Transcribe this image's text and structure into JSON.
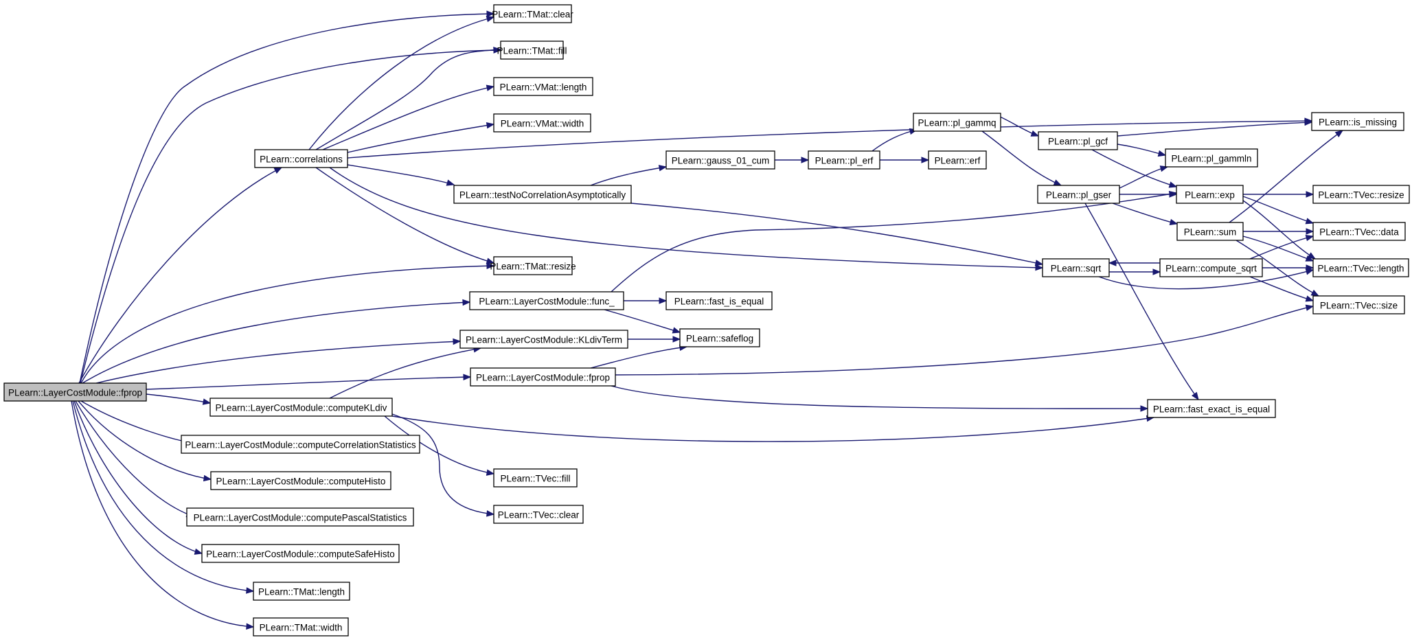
{
  "graph": {
    "root_node": "fprop",
    "nodes": [
      {
        "id": "fprop",
        "label": "PLearn::LayerCostModule::fprop"
      },
      {
        "id": "correlations",
        "label": "PLearn::correlations"
      },
      {
        "id": "tmat_clear",
        "label": "PLearn::TMat::clear"
      },
      {
        "id": "tmat_fill",
        "label": "PLearn::TMat::fill"
      },
      {
        "id": "vmat_length",
        "label": "PLearn::VMat::length"
      },
      {
        "id": "vmat_width",
        "label": "PLearn::VMat::width"
      },
      {
        "id": "testNoCorr",
        "label": "PLearn::testNoCorrelationAsymptotically"
      },
      {
        "id": "tmat_resize",
        "label": "PLearn::TMat::resize"
      },
      {
        "id": "func_",
        "label": "PLearn::LayerCostModule::func_"
      },
      {
        "id": "kldivterm",
        "label": "PLearn::LayerCostModule::KLdivTerm"
      },
      {
        "id": "fprop2",
        "label": "PLearn::LayerCostModule::fprop"
      },
      {
        "id": "computeKLdiv",
        "label": "PLearn::LayerCostModule::computeKLdiv"
      },
      {
        "id": "computeCorrStats",
        "label": "PLearn::LayerCostModule::computeCorrelationStatistics"
      },
      {
        "id": "computeHisto",
        "label": "PLearn::LayerCostModule::computeHisto"
      },
      {
        "id": "computePascal",
        "label": "PLearn::LayerCostModule::computePascalStatistics"
      },
      {
        "id": "computeSafeHisto",
        "label": "PLearn::LayerCostModule::computeSafeHisto"
      },
      {
        "id": "tmat_length",
        "label": "PLearn::TMat::length"
      },
      {
        "id": "tmat_width",
        "label": "PLearn::TMat::width"
      },
      {
        "id": "gauss",
        "label": "PLearn::gauss_01_cum"
      },
      {
        "id": "pl_erf",
        "label": "PLearn::pl_erf"
      },
      {
        "id": "erf",
        "label": "PLearn::erf"
      },
      {
        "id": "pl_gammq",
        "label": "PLearn::pl_gammq"
      },
      {
        "id": "pl_gcf",
        "label": "PLearn::pl_gcf"
      },
      {
        "id": "pl_gser",
        "label": "PLearn::pl_gser"
      },
      {
        "id": "pl_gammln",
        "label": "PLearn::pl_gammln"
      },
      {
        "id": "exp",
        "label": "PLearn::exp"
      },
      {
        "id": "sum",
        "label": "PLearn::sum"
      },
      {
        "id": "sqrt",
        "label": "PLearn::sqrt"
      },
      {
        "id": "compute_sqrt",
        "label": "PLearn::compute_sqrt"
      },
      {
        "id": "fast_is_equal",
        "label": "PLearn::fast_is_equal"
      },
      {
        "id": "safeflog",
        "label": "PLearn::safeflog"
      },
      {
        "id": "fast_exact",
        "label": "PLearn::fast_exact_is_equal"
      },
      {
        "id": "is_missing",
        "label": "PLearn::is_missing"
      },
      {
        "id": "tvec_resize",
        "label": "PLearn::TVec::resize"
      },
      {
        "id": "tvec_data",
        "label": "PLearn::TVec::data"
      },
      {
        "id": "tvec_length",
        "label": "PLearn::TVec::length"
      },
      {
        "id": "tvec_size",
        "label": "PLearn::TVec::size"
      },
      {
        "id": "tvec_fill",
        "label": "PLearn::TVec::fill"
      },
      {
        "id": "tvec_clear",
        "label": "PLearn::TVec::clear"
      }
    ],
    "edges": [
      {
        "from": "fprop",
        "to": "tmat_clear"
      },
      {
        "from": "fprop",
        "to": "tmat_fill"
      },
      {
        "from": "fprop",
        "to": "correlations"
      },
      {
        "from": "fprop",
        "to": "tmat_resize"
      },
      {
        "from": "fprop",
        "to": "func_"
      },
      {
        "from": "fprop",
        "to": "kldivterm"
      },
      {
        "from": "fprop",
        "to": "fprop2"
      },
      {
        "from": "fprop",
        "to": "computeKLdiv"
      },
      {
        "from": "fprop",
        "to": "computeCorrStats"
      },
      {
        "from": "fprop",
        "to": "computeHisto"
      },
      {
        "from": "fprop",
        "to": "computePascal"
      },
      {
        "from": "fprop",
        "to": "computeSafeHisto"
      },
      {
        "from": "fprop",
        "to": "tmat_length"
      },
      {
        "from": "fprop",
        "to": "tmat_width"
      },
      {
        "from": "correlations",
        "to": "tmat_clear"
      },
      {
        "from": "correlations",
        "to": "tmat_fill"
      },
      {
        "from": "correlations",
        "to": "vmat_length"
      },
      {
        "from": "correlations",
        "to": "vmat_width"
      },
      {
        "from": "correlations",
        "to": "is_missing"
      },
      {
        "from": "correlations",
        "to": "testNoCorr"
      },
      {
        "from": "correlations",
        "to": "tmat_resize"
      },
      {
        "from": "correlations",
        "to": "sqrt"
      },
      {
        "from": "testNoCorr",
        "to": "gauss"
      },
      {
        "from": "testNoCorr",
        "to": "sqrt"
      },
      {
        "from": "gauss",
        "to": "pl_erf"
      },
      {
        "from": "pl_erf",
        "to": "pl_gammq"
      },
      {
        "from": "pl_erf",
        "to": "erf"
      },
      {
        "from": "pl_gammq",
        "to": "pl_gcf"
      },
      {
        "from": "pl_gammq",
        "to": "pl_gser"
      },
      {
        "from": "pl_gcf",
        "to": "is_missing"
      },
      {
        "from": "pl_gcf",
        "to": "pl_gammln"
      },
      {
        "from": "pl_gcf",
        "to": "exp"
      },
      {
        "from": "pl_gser",
        "to": "pl_gammln"
      },
      {
        "from": "pl_gser",
        "to": "exp"
      },
      {
        "from": "pl_gser",
        "to": "sum"
      },
      {
        "from": "pl_gser",
        "to": "fast_exact"
      },
      {
        "from": "exp",
        "to": "tvec_resize"
      },
      {
        "from": "exp",
        "to": "tvec_data"
      },
      {
        "from": "exp",
        "to": "tvec_length"
      },
      {
        "from": "sum",
        "to": "is_missing"
      },
      {
        "from": "sum",
        "to": "tvec_data"
      },
      {
        "from": "sum",
        "to": "tvec_length"
      },
      {
        "from": "sum",
        "to": "tvec_size"
      },
      {
        "from": "sqrt",
        "to": "compute_sqrt"
      },
      {
        "from": "sqrt",
        "to": "tvec_length"
      },
      {
        "from": "compute_sqrt",
        "to": "sqrt"
      },
      {
        "from": "compute_sqrt",
        "to": "tvec_data"
      },
      {
        "from": "compute_sqrt",
        "to": "tvec_length"
      },
      {
        "from": "compute_sqrt",
        "to": "tvec_size"
      },
      {
        "from": "func_",
        "to": "exp"
      },
      {
        "from": "func_",
        "to": "fast_is_equal"
      },
      {
        "from": "func_",
        "to": "safeflog"
      },
      {
        "from": "kldivterm",
        "to": "safeflog"
      },
      {
        "from": "fprop2",
        "to": "safeflog"
      },
      {
        "from": "fprop2",
        "to": "tvec_size"
      },
      {
        "from": "fprop2",
        "to": "fast_exact"
      },
      {
        "from": "computeKLdiv",
        "to": "kldivterm"
      },
      {
        "from": "computeKLdiv",
        "to": "fast_exact"
      },
      {
        "from": "computeKLdiv",
        "to": "tvec_fill"
      },
      {
        "from": "computeKLdiv",
        "to": "tvec_clear"
      }
    ]
  }
}
